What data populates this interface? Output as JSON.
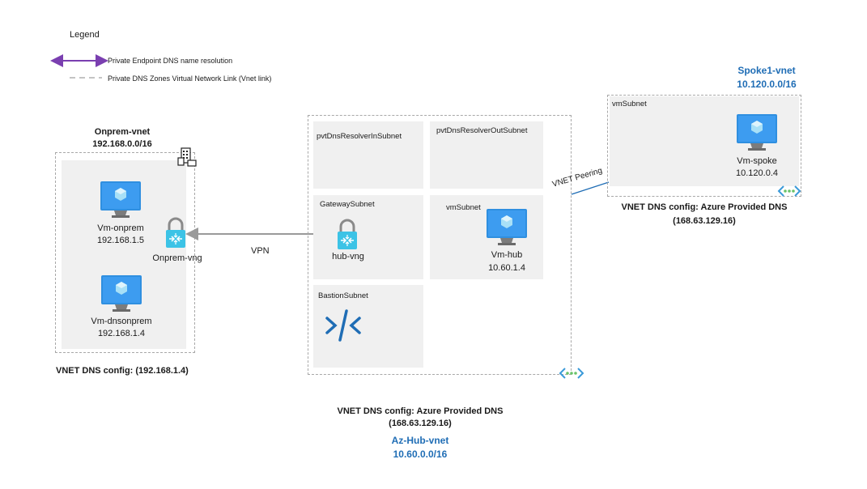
{
  "legend": {
    "title": "Legend",
    "item_resolution": "Private Endpoint DNS name resolution",
    "item_link": "Private DNS Zones Virtual Network Link (Vnet link)"
  },
  "onprem": {
    "name": "Onprem-vnet",
    "cidr": "192.168.0.0/16",
    "dns_config": "VNET DNS config: (192.168.1.4)",
    "vm1_name": "Vm-onprem",
    "vm1_ip": "192.168.1.5",
    "vm2_name": "Vm-dnsonprem",
    "vm2_ip": "192.168.1.4",
    "gateway": "Onprem-vng"
  },
  "vpn_label": "VPN",
  "hub": {
    "name": "Az-Hub-vnet",
    "cidr": "10.60.0.0/16",
    "dns_config_line1": "VNET DNS config: Azure Provided DNS",
    "dns_config_line2": "(168.63.129.16)",
    "subnet_in": "pvtDnsResolverInSubnet",
    "subnet_out": "pvtDnsResolverOutSubnet",
    "subnet_gateway": "GatewaySubnet",
    "subnet_vm": "vmSubnet",
    "subnet_bastion": "BastionSubnet",
    "gateway": "hub-vng",
    "vm_name": "Vm-hub",
    "vm_ip": "10.60.1.4"
  },
  "peering_label": "VNET Peering",
  "spoke": {
    "name": "Spoke1-vnet",
    "cidr": "10.120.0.0/16",
    "subnet": "vmSubnet",
    "vm_name": "Vm-spoke",
    "vm_ip": "10.120.0.4",
    "dns_config_line1": "VNET DNS config: Azure Provided DNS",
    "dns_config_line2": "(168.63.129.16)"
  },
  "colors": {
    "accent_blue": "#1f6db5",
    "legend_purple": "#7a3fb0",
    "subnet_fill": "#f0f0f0",
    "vm_blue": "#2f8fe0"
  },
  "icons": [
    "virtual-machine-icon",
    "vpn-gateway-icon",
    "bastion-icon",
    "virtual-network-icon",
    "on-premises-building-icon"
  ]
}
